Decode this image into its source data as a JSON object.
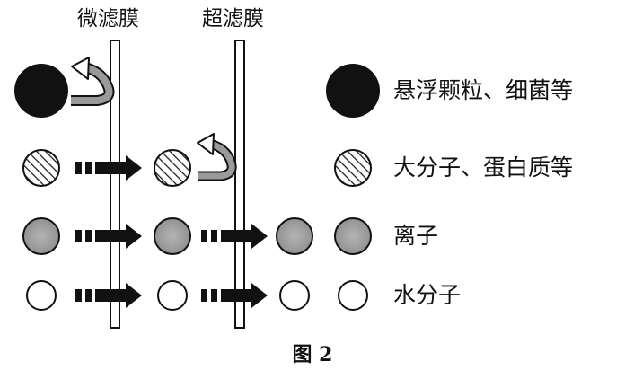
{
  "membranes": [
    {
      "label": "微滤膜"
    },
    {
      "label": "超滤膜"
    }
  ],
  "legend": [
    {
      "label": "悬浮颗粒、细菌等"
    },
    {
      "label": "大分子、蛋白质等"
    },
    {
      "label": "离子"
    },
    {
      "label": "水分子"
    }
  ],
  "caption": "图 2",
  "colors": {
    "suspended": "#111111",
    "macromolecule_hatch": "#222222",
    "ion": "#a8a8a8",
    "water": "#ffffff",
    "arrow": "#111111",
    "bounce_arrow": "#9a9a9a"
  }
}
